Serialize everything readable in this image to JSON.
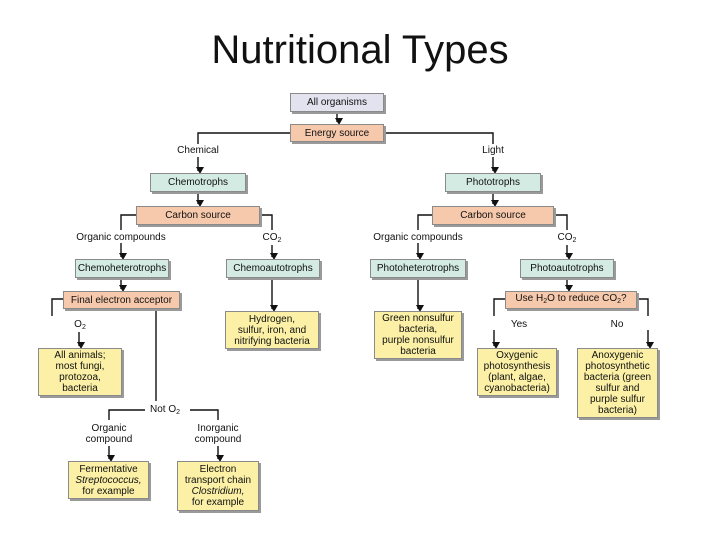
{
  "title": "Nutritional Types",
  "boxes": {
    "all_organisms": "All organisms",
    "energy_source": "Energy source",
    "chemotrophs": "Chemotrophs",
    "phototrophs": "Phototrophs",
    "carbon_source_left": "Carbon source",
    "carbon_source_right": "Carbon source",
    "chemoheterotrophs": "Chemoheterotrophs",
    "chemoautotrophs": "Chemoautotrophs",
    "photoheterotrophs": "Photoheterotrophs",
    "photoautotrophs": "Photoautotrophs",
    "final_electron_acceptor": "Final electron acceptor",
    "use_h2o_pre": "Use H",
    "use_h2o_sub1": "2",
    "use_h2o_mid": "O to reduce CO",
    "use_h2o_sub2": "2",
    "use_h2o_post": "?",
    "hydrogen_bacteria": "Hydrogen,\nsulfur, iron, and\nnitrifying bacteria",
    "green_nonsulfur": "Green nonsulfur\nbacteria,\npurple nonsulfur\nbacteria",
    "all_animals": "All animals;\nmost fungi,\nprotozoa,\nbacteria",
    "oxygenic": "Oxygenic\nphotosynthesis\n(plant, algae,\ncyanobacteria)",
    "anoxygenic": "Anoxygenic\nphotosynthetic\nbacteria (green\nsulfur and\npurple sulfur\nbacteria)",
    "fermentative_1": "Fermentative",
    "fermentative_2": "Streptococcus,",
    "fermentative_3": "for example",
    "electron_1": "Electron\ntransport chain",
    "electron_2": "Clostridium,",
    "electron_3": "for example"
  },
  "labels": {
    "chemical": "Chemical",
    "light": "Light",
    "organic_compounds_left": "Organic compounds",
    "co2_left_pre": "CO",
    "co2_left_sub": "2",
    "organic_compounds_right": "Organic compounds",
    "co2_right_pre": "CO",
    "co2_right_sub": "2",
    "o2_pre": "O",
    "o2_sub": "2",
    "yes": "Yes",
    "no": "No",
    "not_o2_pre": "Not O",
    "not_o2_sub": "2",
    "organic_compound": "Organic\ncompound",
    "inorganic_compound": "Inorganic\ncompound"
  }
}
